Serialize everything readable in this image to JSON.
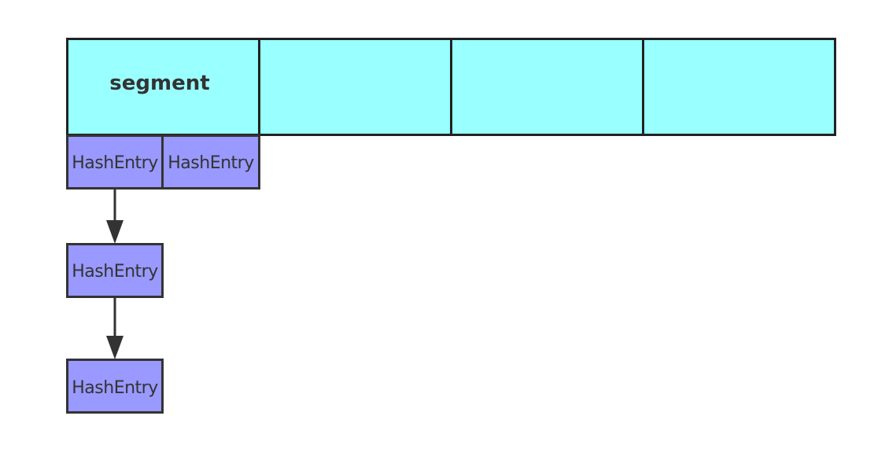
{
  "segment": {
    "label": "segment",
    "fill_color": "#99ffff",
    "border_color": "#222222"
  },
  "hash_entry": {
    "fill_color": "#9999ff",
    "border_color": "#333333"
  },
  "entries": {
    "row_first": {
      "label": "HashEntry"
    },
    "row_second": {
      "label": "HashEntry"
    },
    "chain_middle": {
      "label": "HashEntry"
    },
    "chain_bottom": {
      "label": "HashEntry"
    }
  },
  "arrow_color": "#333333"
}
